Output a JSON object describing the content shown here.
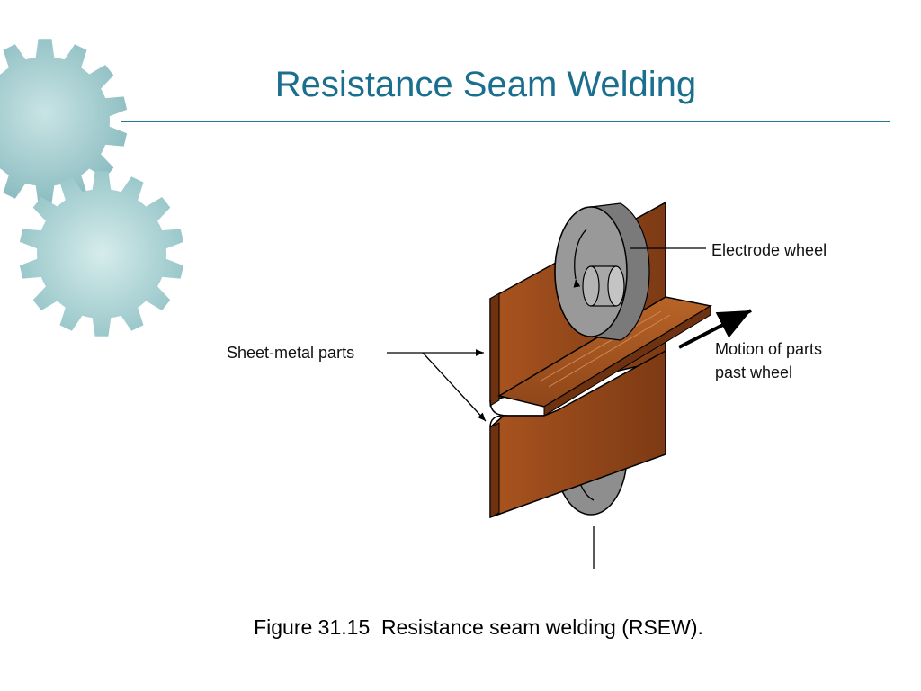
{
  "slide": {
    "title": "Resistance Seam Welding",
    "caption": "Figure 31.15  Resistance seam welding (RSEW)."
  },
  "diagram": {
    "labels": {
      "electrode_wheel": "Electrode wheel",
      "sheet_metal_parts": "Sheet-metal parts",
      "motion_line1": "Motion of parts",
      "motion_line2": "past wheel"
    }
  },
  "colors": {
    "title": "#1a6e8e",
    "rule": "#1f7a96",
    "sheet_metal": "#8a4218",
    "wheel": "#8e8e8e",
    "gear": "#9ec9cc"
  },
  "icons": [
    "gear-icon",
    "gear-icon"
  ]
}
